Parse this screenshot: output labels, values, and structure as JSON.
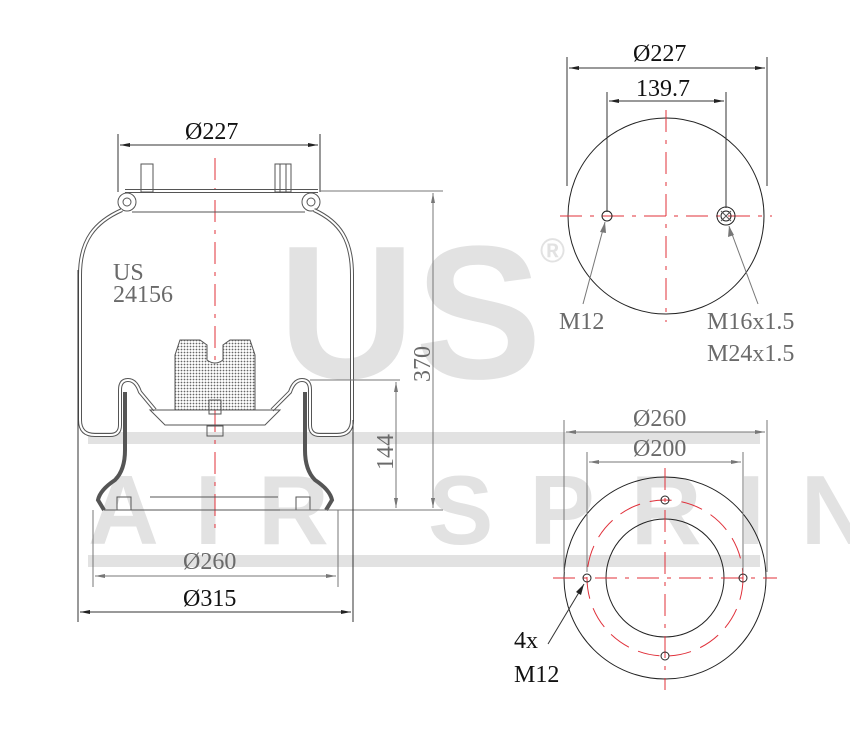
{
  "watermark": {
    "logo": "US",
    "registered": "®",
    "tagline": "AIR SPRING"
  },
  "side_view": {
    "brand": "US",
    "part_number": "24156",
    "top_diameter": "Ø227",
    "height_total": "370",
    "height_piston": "144",
    "bottom_diameter": "Ø260",
    "max_diameter": "Ø315"
  },
  "top_plate_view": {
    "diameter": "Ø227",
    "stud_spacing": "139.7",
    "left_stud_label": "M12",
    "right_port_label_1": "M16x1.5",
    "right_port_label_2": "M24x1.5"
  },
  "bottom_plate_view": {
    "outer_diameter": "Ø260",
    "bolt_circle_diameter": "Ø200",
    "bolt_qty": "4x",
    "bolt_thread": "M12"
  },
  "colors": {
    "centerline": "#e0303a",
    "watermark": "#e2e2e2",
    "outline": "#333333"
  }
}
